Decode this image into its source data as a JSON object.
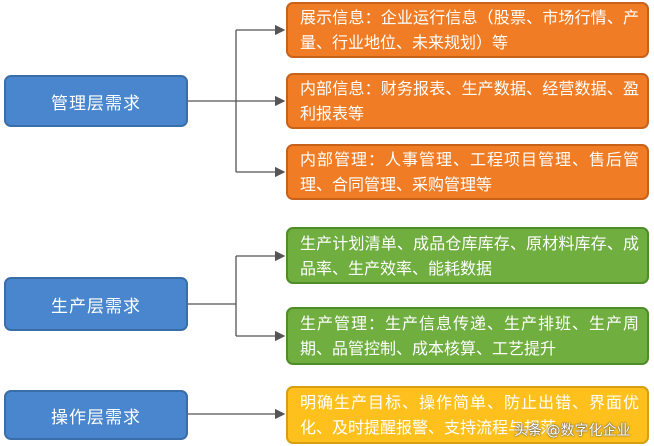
{
  "left_nodes": [
    {
      "label": "管理层需求"
    },
    {
      "label": "生产层需求"
    },
    {
      "label": "操作层需求"
    }
  ],
  "right_nodes": [
    {
      "text": "展示信息：企业运行信息（股票、市场行情、产量、行业地位、未来规划）等",
      "color": "#f07c26"
    },
    {
      "text": "内部信息：财务报表、生产数据、经营数据、盈利报表等",
      "color": "#f07c26"
    },
    {
      "text": "内部管理：人事管理、工程项目管理、售后管理、合同管理、采购管理等",
      "color": "#f07c26"
    },
    {
      "text": "生产计划清单、成品仓库库存、原材料库存、成品率、生产效率、能耗数据",
      "color": "#6fae3f"
    },
    {
      "text": "生产管理：生产信息传递、生产排班、生产周期、品管控制、成本核算、工艺提升",
      "color": "#6fae3f"
    },
    {
      "text": "明确生产目标、操作简单、防止出错、界面优化、及时提醒报警、支持流程与规范",
      "color": "#fdc01d"
    }
  ],
  "watermark": "头条 @数字化企业"
}
